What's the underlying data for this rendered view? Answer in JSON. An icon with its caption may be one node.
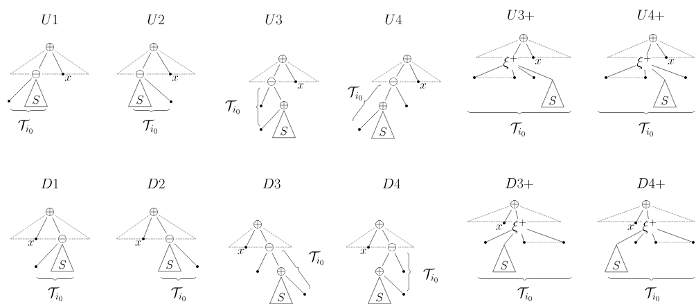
{
  "diagram": {
    "nodes": [
      {
        "text": [
          "\\oplus"
        ]
      },
      {
        "text": [
          "\\ominus"
        ]
      },
      {
        "text": [
          "x"
        ]
      },
      {
        "text": [],
        "shape": "dot"
      },
      {
        "text": [
          "S"
        ]
      },
      {
        "text": [
          "\\oplus"
        ]
      },
      {
        "text": [
          "\\ominus"
        ]
      },
      {
        "text": [
          "x"
        ]
      },
      {
        "text": [
          "S"
        ]
      },
      {
        "text": [],
        "shape": "dot"
      },
      {
        "text": [
          "\\oplus"
        ]
      },
      {
        "text": [
          "\\ominus"
        ]
      },
      {
        "text": [
          "x"
        ]
      },
      {
        "text": [],
        "shape": "dot"
      },
      {
        "text": [
          "\\oplus"
        ]
      },
      {
        "text": [],
        "shape": "dot"
      },
      {
        "text": [
          "S"
        ]
      },
      {
        "text": [
          "\\oplus"
        ]
      },
      {
        "text": [
          "\\ominus"
        ]
      },
      {
        "text": [
          "x"
        ]
      },
      {
        "text": [
          "\\oplus"
        ]
      },
      {
        "text": [],
        "shape": "dot"
      },
      {
        "text": [
          "S"
        ]
      },
      {
        "text": [],
        "shape": "dot"
      },
      {
        "text": [
          "\\oplus"
        ]
      },
      {
        "text": [
          "\\xi^+"
        ]
      },
      {
        "text": [
          "x"
        ]
      },
      {
        "text": [],
        "shape": "dot"
      },
      {
        "text": [],
        "shape": "dot"
      },
      {
        "text": [],
        "shape": "dot"
      },
      {
        "text": [
          "S"
        ]
      },
      {
        "text": [
          "\\oplus"
        ]
      },
      {
        "text": [
          "\\xi^+"
        ]
      },
      {
        "text": [
          "x"
        ]
      },
      {
        "text": [],
        "shape": "dot"
      },
      {
        "text": [],
        "shape": "dot"
      },
      {
        "text": [
          "S"
        ]
      },
      {
        "text": [],
        "shape": "dot"
      },
      {
        "text": [
          "\\oplus"
        ]
      },
      {
        "text": [
          "x"
        ]
      },
      {
        "text": [
          "\\ominus"
        ]
      },
      {
        "text": [],
        "shape": "dot"
      },
      {
        "text": [
          "S"
        ]
      },
      {
        "text": [
          "\\oplus"
        ]
      },
      {
        "text": [
          "x"
        ]
      },
      {
        "text": [
          "\\ominus"
        ]
      },
      {
        "text": [
          "S"
        ]
      },
      {
        "text": [],
        "shape": "dot"
      },
      {
        "text": [
          "\\oplus"
        ]
      },
      {
        "text": [
          "x"
        ]
      },
      {
        "text": [
          "\\ominus"
        ]
      },
      {
        "text": [],
        "shape": "dot"
      },
      {
        "text": [
          "\\oplus"
        ]
      },
      {
        "text": [
          "S"
        ]
      },
      {
        "text": [],
        "shape": "dot"
      },
      {
        "text": [
          "\\oplus"
        ]
      },
      {
        "text": [
          "x"
        ]
      },
      {
        "text": [
          "\\ominus"
        ]
      },
      {
        "text": [
          "\\oplus"
        ]
      },
      {
        "text": [
          "S"
        ]
      },
      {
        "text": [],
        "shape": "dot"
      },
      {
        "text": [],
        "shape": "dot"
      },
      {
        "text": [
          "\\oplus"
        ]
      },
      {
        "text": [
          "x"
        ]
      },
      {
        "text": [
          "\\xi^+"
        ]
      },
      {
        "text": [],
        "shape": "dot"
      },
      {
        "text": [
          "S"
        ]
      },
      {
        "text": [],
        "shape": "dot"
      },
      {
        "text": [],
        "shape": "dot"
      },
      {
        "text": [
          "\\oplus"
        ]
      },
      {
        "text": [
          "x"
        ]
      },
      {
        "text": [
          "\\xi^+"
        ]
      },
      {
        "text": [
          "S"
        ]
      },
      {
        "text": [],
        "shape": "dot"
      },
      {
        "text": [],
        "shape": "dot"
      },
      {
        "text": [],
        "shape": "dot"
      }
    ],
    "edges": [
      {
        "from": 0,
        "to": 1,
        "arrow": "none"
      },
      {
        "from": 0,
        "to": 2,
        "arrow": "none"
      },
      {
        "from": 1,
        "to": 3,
        "arrow": "none"
      },
      {
        "from": 5,
        "to": 6,
        "arrow": "none"
      },
      {
        "from": 5,
        "to": 7,
        "arrow": "none"
      },
      {
        "from": 6,
        "to": 9,
        "arrow": "none"
      },
      {
        "from": 10,
        "to": 11,
        "arrow": "none"
      },
      {
        "from": 10,
        "to": 12,
        "arrow": "none"
      },
      {
        "from": 11,
        "to": 13,
        "arrow": "none"
      },
      {
        "from": 11,
        "to": 14,
        "arrow": "none"
      },
      {
        "from": 14,
        "to": 15,
        "arrow": "none"
      },
      {
        "from": 17,
        "to": 18,
        "arrow": "none"
      },
      {
        "from": 17,
        "to": 19,
        "arrow": "none"
      },
      {
        "from": 18,
        "to": 20,
        "arrow": "none"
      },
      {
        "from": 18,
        "to": 23,
        "arrow": "none"
      },
      {
        "from": 20,
        "to": 21,
        "arrow": "none"
      },
      {
        "from": 24,
        "to": 25,
        "arrow": "none"
      },
      {
        "from": 24,
        "to": 26,
        "arrow": "none"
      },
      {
        "from": 25,
        "to": 27,
        "arrow": "none"
      },
      {
        "from": 25,
        "to": 28,
        "arrow": "none"
      },
      {
        "from": 25,
        "to": 29,
        "arrow": "none"
      },
      {
        "from": 25,
        "to": 30,
        "arrow": "none"
      },
      {
        "from": 31,
        "to": 32,
        "arrow": "none"
      },
      {
        "from": 31,
        "to": 33,
        "arrow": "none"
      },
      {
        "from": 32,
        "to": 34,
        "arrow": "none"
      },
      {
        "from": 32,
        "to": 35,
        "arrow": "none"
      },
      {
        "from": 32,
        "to": 36,
        "arrow": "none"
      },
      {
        "from": 32,
        "to": 37,
        "arrow": "none"
      },
      {
        "from": 38,
        "to": 39,
        "arrow": "none"
      },
      {
        "from": 38,
        "to": 40,
        "arrow": "none"
      },
      {
        "from": 40,
        "to": 41,
        "arrow": "none"
      },
      {
        "from": 43,
        "to": 44,
        "arrow": "none"
      },
      {
        "from": 43,
        "to": 45,
        "arrow": "none"
      },
      {
        "from": 45,
        "to": 47,
        "arrow": "none"
      },
      {
        "from": 48,
        "to": 49,
        "arrow": "none"
      },
      {
        "from": 48,
        "to": 50,
        "arrow": "none"
      },
      {
        "from": 50,
        "to": 51,
        "arrow": "none"
      },
      {
        "from": 50,
        "to": 52,
        "arrow": "none"
      },
      {
        "from": 52,
        "to": 54,
        "arrow": "none"
      },
      {
        "from": 55,
        "to": 56,
        "arrow": "none"
      },
      {
        "from": 55,
        "to": 57,
        "arrow": "none"
      },
      {
        "from": 57,
        "to": 58,
        "arrow": "none"
      },
      {
        "from": 57,
        "to": 61,
        "arrow": "none"
      },
      {
        "from": 58,
        "to": 60,
        "arrow": "none"
      },
      {
        "from": 62,
        "to": 63,
        "arrow": "none"
      },
      {
        "from": 62,
        "to": 64,
        "arrow": "none"
      },
      {
        "from": 64,
        "to": 65,
        "arrow": "none"
      },
      {
        "from": 64,
        "to": 66,
        "arrow": "none"
      },
      {
        "from": 64,
        "to": 67,
        "arrow": "none"
      },
      {
        "from": 64,
        "to": 68,
        "arrow": "none"
      },
      {
        "from": 69,
        "to": 70,
        "arrow": "none"
      },
      {
        "from": 69,
        "to": 71,
        "arrow": "none"
      },
      {
        "from": 71,
        "to": 72,
        "arrow": "none"
      },
      {
        "from": 71,
        "to": 73,
        "arrow": "none"
      },
      {
        "from": 71,
        "to": 74,
        "arrow": "none"
      },
      {
        "from": 71,
        "to": 75,
        "arrow": "none"
      },
      {
        "from": 27,
        "to": 28,
        "arrow": "none",
        "style": "dashed"
      },
      {
        "from": 34,
        "to": 35,
        "arrow": "none",
        "style": "dashed"
      },
      {
        "from": 67,
        "to": 68,
        "arrow": "none",
        "style": "dashed"
      },
      {
        "from": 74,
        "to": 75,
        "arrow": "none",
        "style": "dashed"
      }
    ],
    "labels": [
      "U1",
      "U2",
      "U3",
      "U4",
      "U3+",
      "U4+",
      "\\mathcal{T}_{i_0}",
      "\\mathcal{T}_{i_0}",
      "\\mathcal{T}_{i_0}",
      "\\mathcal{T}_{i_0}",
      "\\mathcal{T}_{i_0}",
      "\\mathcal{T}_{i_0}",
      "D1",
      "D2",
      "D3",
      "D4",
      "D3+",
      "D4+",
      "\\mathcal{T}_{i_0}",
      "\\mathcal{T}_{i_0}",
      "\\mathcal{T}_{i_0}",
      "\\mathcal{T}_{i_0}",
      "\\mathcal{T}_{i_0}",
      "\\mathcal{T}_{i_0}"
    ]
  }
}
